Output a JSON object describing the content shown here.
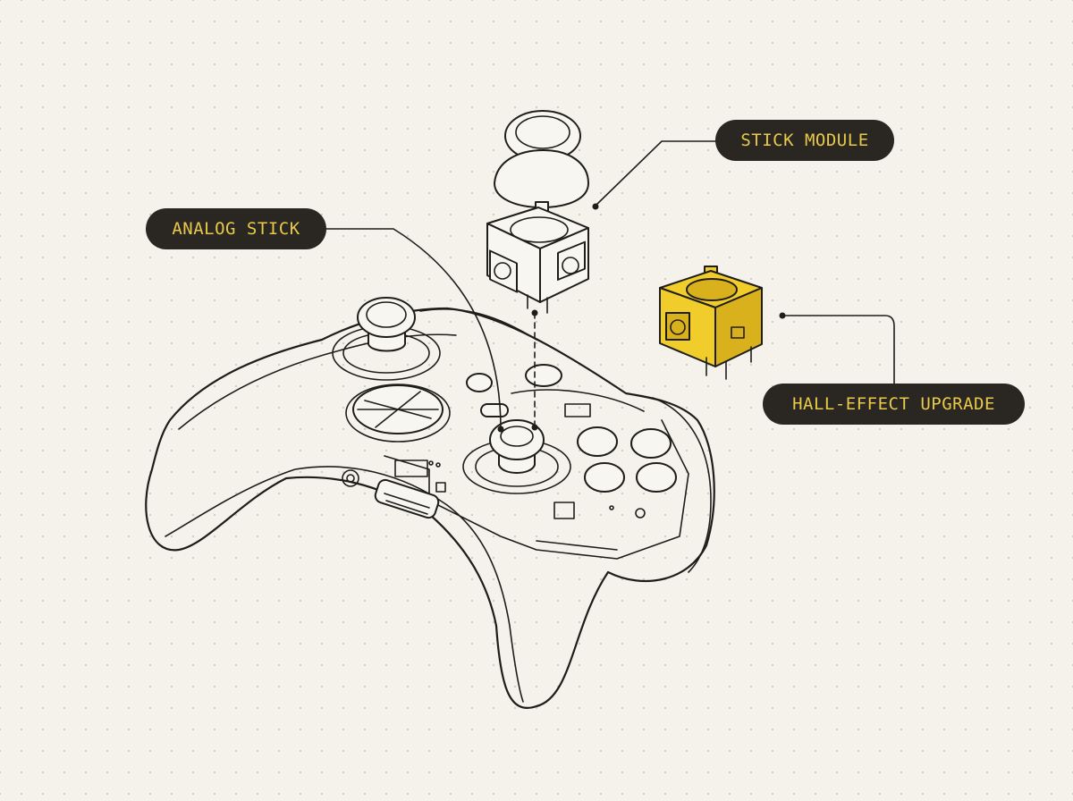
{
  "labels": {
    "analog_stick": "ANALOG STICK",
    "stick_module": "STICK MODULE",
    "hall_effect": "HALL-EFFECT UPGRADE"
  },
  "colors": {
    "background": "#f4f2eb",
    "line": "#1f1d1a",
    "label_bg": "#2a2622",
    "label_text": "#e8c94a",
    "highlight": "#f0cd2a"
  }
}
